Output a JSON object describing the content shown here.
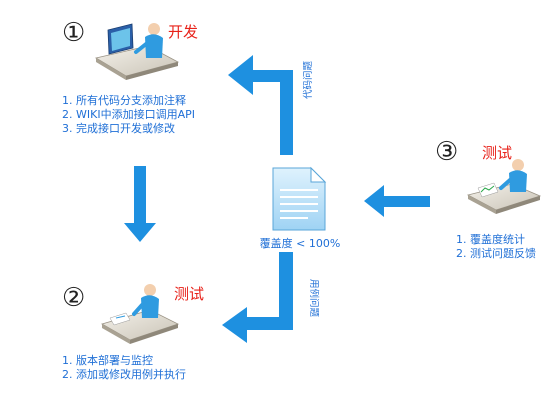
{
  "step1": {
    "number": "①",
    "role": "开发",
    "tasks": [
      "1. 所有代码分支添加注释",
      "2. WIKI中添加接口调用API",
      "3. 完成接口开发或修改"
    ]
  },
  "step2": {
    "number": "②",
    "role": "测试",
    "tasks": [
      "1. 版本部署与监控",
      "2. 添加或修改用例并执行"
    ]
  },
  "step3": {
    "number": "③",
    "role": "测试",
    "tasks": [
      "1. 覆盖度统计",
      "2. 测试问题反馈"
    ]
  },
  "center": {
    "coverage_label": "覆盖度 < 100%"
  },
  "arrows": {
    "top_label": "代码问题",
    "bottom_label": "用例问题"
  },
  "colors": {
    "arrow": "#1e90e0",
    "task_text": "#1f6fd6",
    "role": "#e8221a"
  }
}
